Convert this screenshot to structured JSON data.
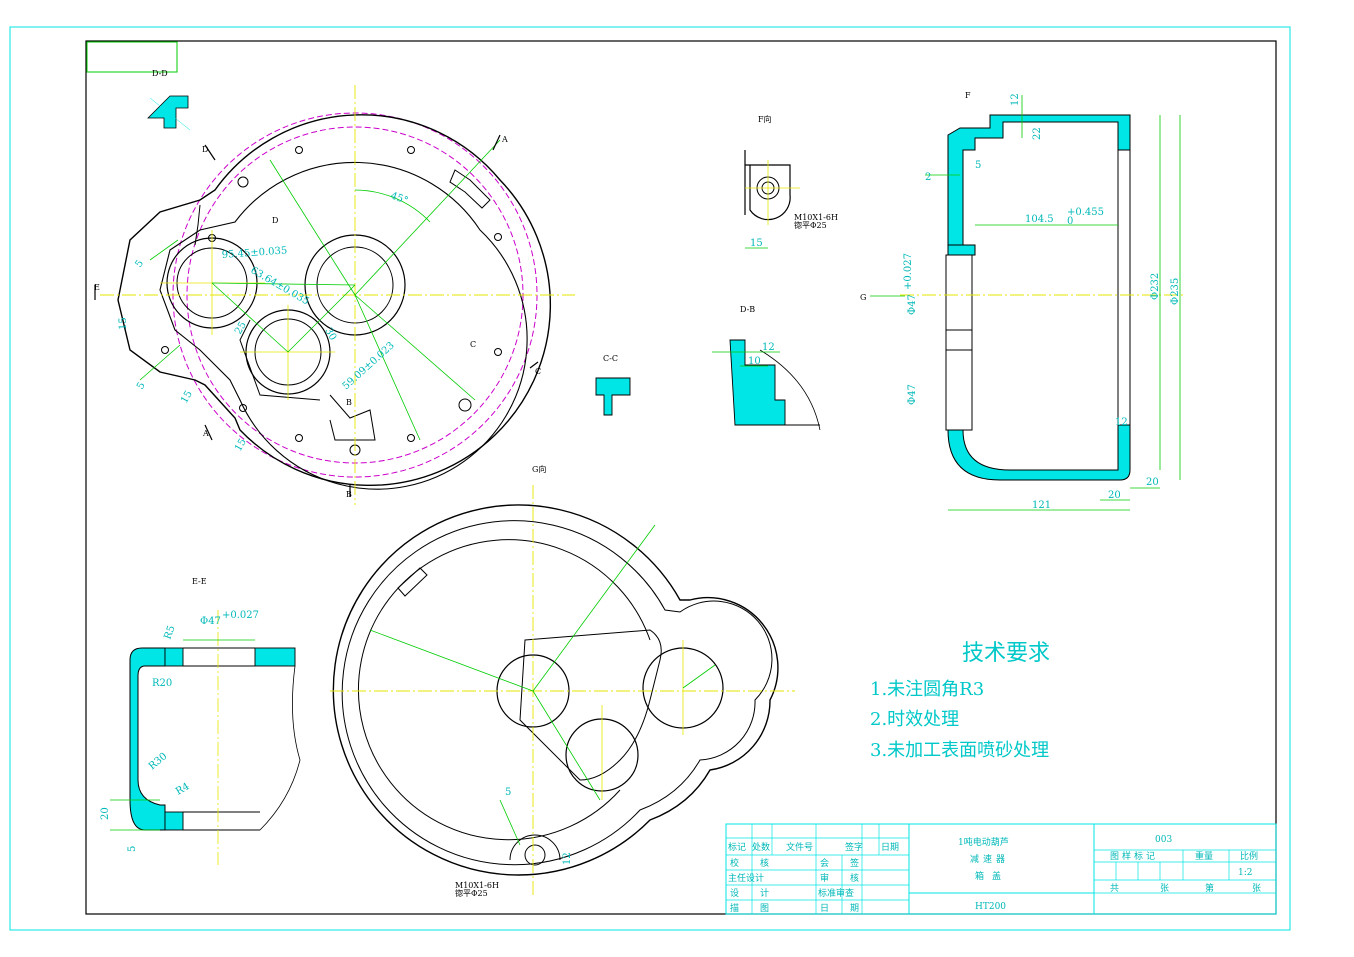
{
  "views": {
    "dd_label": "D-D",
    "f_label": "F向",
    "db_label": "D-B",
    "cc_label": "C-C",
    "ee_label": "E-E",
    "g_label": "G向",
    "sec_d1": "D",
    "sec_d2": "D",
    "sec_a1": "A",
    "sec_a2": "A",
    "sec_c1": "C",
    "sec_c2": "C",
    "sec_b1": "B",
    "sec_b2": "B",
    "sec_e": "E",
    "sec_f": "F",
    "sec_g": "G"
  },
  "dims": {
    "angle45": "45°",
    "d95": "95.45±0.035",
    "d63": "63.64±0.035",
    "d59": "59.09±0.023",
    "d25": "25",
    "d30": "30",
    "d5a": "5",
    "d15a": "15",
    "d15b": "15",
    "d15c": "15",
    "d5b": "5",
    "f15": "15",
    "f_thread": "M10X1-6H",
    "f_spot": "锪平Φ25",
    "db12": "12",
    "db10": "10",
    "s12": "12",
    "s22": "22",
    "s5": "5",
    "s2": "2",
    "s104": "104.5",
    "s104_tol": "+0.455",
    "s104_tol0": "0",
    "s232": "Φ232",
    "s235": "Φ235",
    "s47a": "Φ47",
    "s47b": "Φ47",
    "s47tol": "+0.027",
    "s12b": "12",
    "s20a": "20",
    "s20b": "20",
    "s121": "121",
    "e47": "Φ47",
    "e47tol": "+0.027",
    "eR5": "R5",
    "eR20": "R20",
    "eR30": "R30",
    "eR4": "R4",
    "e20": "20",
    "e5": "5",
    "g_thread": "M10X1-6H",
    "g_spot": "锪平Φ25",
    "g5": "5",
    "g12": "12"
  },
  "requirements": {
    "title": "技术要求",
    "items": [
      "1.未注圆角R3",
      "2.时效处理",
      "3.未加工表面喷砂处理"
    ]
  },
  "title_block": {
    "headers": [
      "标记",
      "处数",
      "文件号",
      "签字",
      "日期"
    ],
    "rows": [
      [
        "校",
        "核",
        "会",
        "签"
      ],
      [
        "主任设计",
        "审",
        "核"
      ],
      [
        "设",
        "计",
        "标准审查"
      ],
      [
        "描",
        "图",
        "日",
        "期"
      ]
    ],
    "product": "1吨电动葫芦",
    "assembly": "减速器",
    "part": "箱盖",
    "material": "HT200",
    "drawing_no": "003",
    "info_headers": [
      "图样标记",
      "重量",
      "比例"
    ],
    "scale": "1:2",
    "sheet": [
      "共",
      "张",
      "第",
      "张"
    ]
  }
}
